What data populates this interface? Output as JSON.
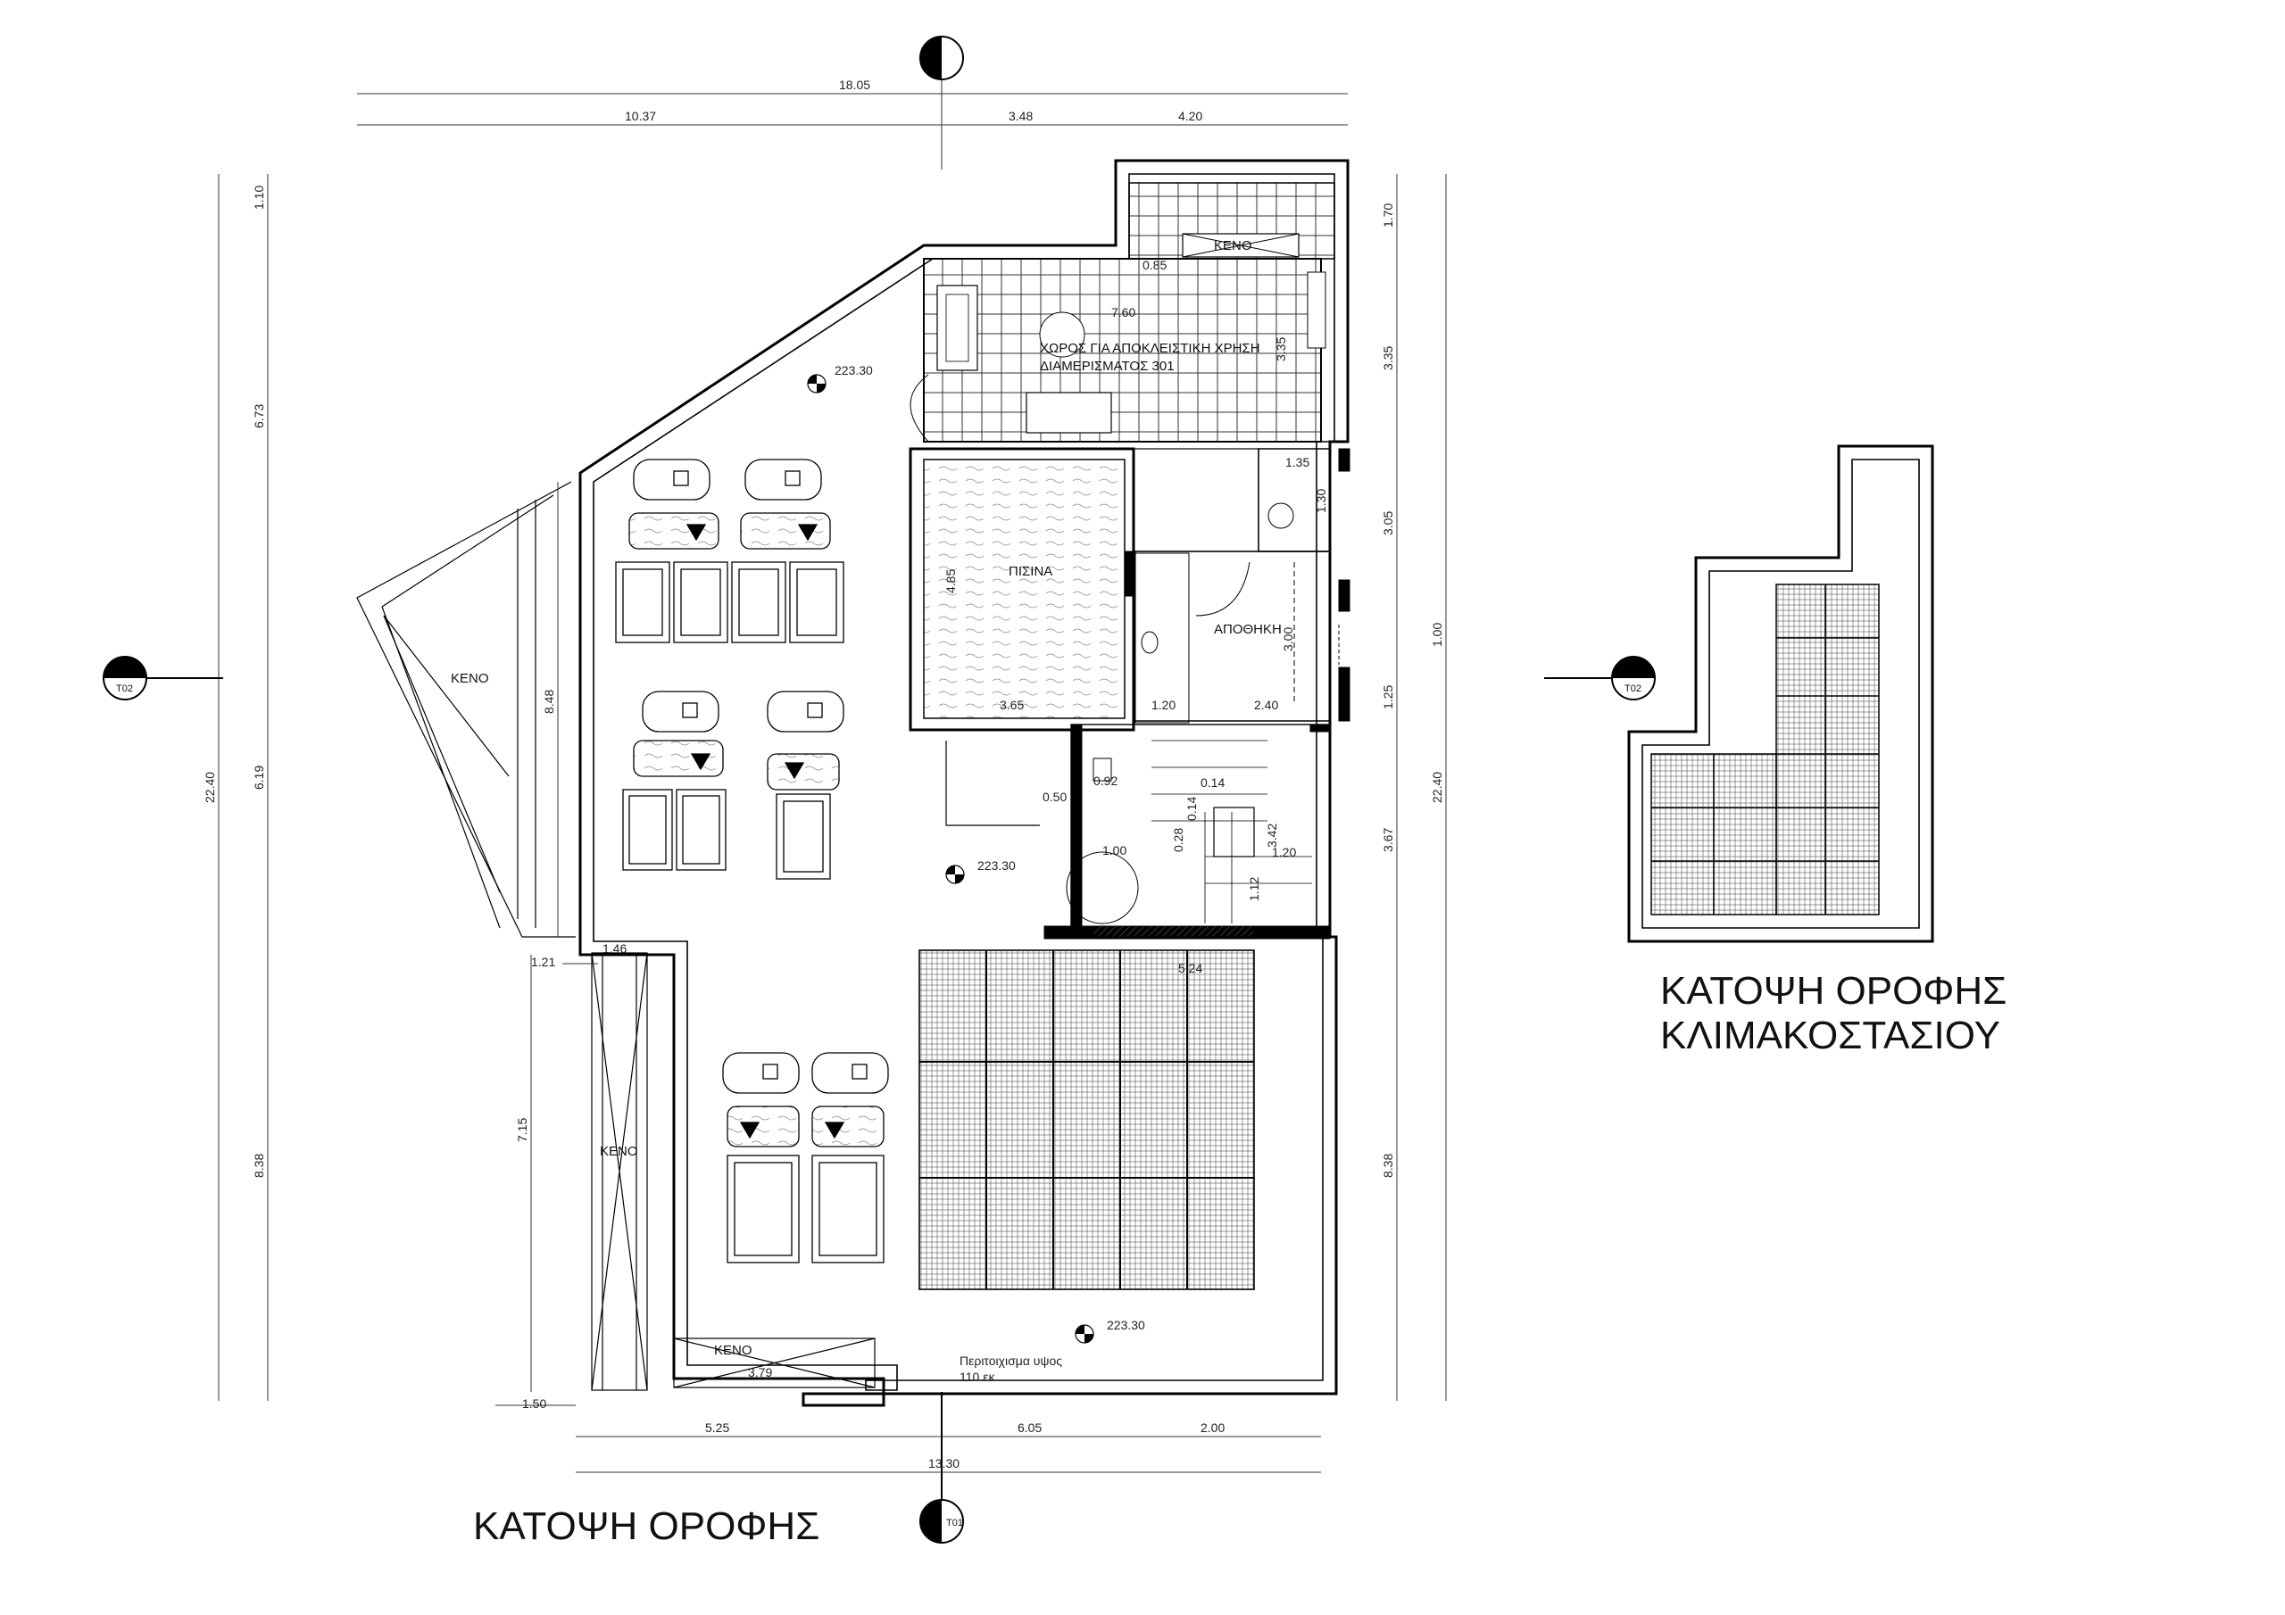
{
  "titles": {
    "main": "ΚΑΤΟΨΗ ΟΡΟΦΗΣ",
    "stair_line1": "ΚΑΤΟΨΗ ΟΡΟΦΗΣ",
    "stair_line2": "ΚΛΙΜΑΚΟΣΤΑΣΙΟΥ"
  },
  "rooms": {
    "exclusive_line1": "ΧΩΡΟΣ ΓΙΑ ΑΠΟΚΛΕΙΣΤΙΚΗ ΧΡΗΣΗ",
    "exclusive_line2": "ΔΙΑΜΕΡΙΣΜΑΤΟΣ 301",
    "pool": "ΠΙΣΙΝΑ",
    "storage": "ΑΠΟΘΗΚΗ",
    "void_top": "ΚΕΝΟ",
    "void_left": "ΚΕΝΟ",
    "void_lower_left": "ΚΕΝΟ",
    "void_bottom": "ΚΕΝΟ"
  },
  "parapet": {
    "line1": "Περιτοιχισμα υψος",
    "line2": "110 εκ"
  },
  "levels": {
    "top": "223.30",
    "middle": "223.30",
    "bottom": "223.30"
  },
  "section_marks": {
    "left": "T02",
    "right": "T02",
    "bottom": "T01"
  },
  "dims": {
    "top_total": "18.05",
    "top_a": "10.37",
    "top_b": "3.48",
    "top_c": "4.20",
    "left_a": "1.10",
    "left_b": "6.73",
    "left_c": "6.19",
    "left_d": "8.38",
    "left_total": "22.40",
    "left_void": "8.48",
    "left_lower": "7.15",
    "right_a": "1.70",
    "right_b": "3.35",
    "right_c": "3.05",
    "right_d": "1.00",
    "right_e": "1.25",
    "right_f": "3.67",
    "right_g": "8.38",
    "right_total": "22.40",
    "bottom_a": "5.25",
    "bottom_b": "6.05",
    "bottom_c": "2.00",
    "bottom_total": "13.30",
    "w_121": "1.21",
    "w_146": "1.46",
    "w_150": "1.50",
    "w_379": "3.79",
    "i_085": "0.85",
    "i_760": "7.60",
    "i_335": "3.35",
    "i_135": "1.35",
    "i_130": "1.30",
    "i_485": "4.85",
    "i_365": "3.65",
    "i_300": "3.00",
    "i_120a": "1.20",
    "i_240": "2.40",
    "i_050": "0.50",
    "i_092": "0.92",
    "i_014a": "0.14",
    "i_014b": "0.14",
    "i_028": "0.28",
    "i_342": "3.42",
    "i_120b": "1.20",
    "i_100": "1.00",
    "i_112": "1.12",
    "i_524": "5.24"
  }
}
